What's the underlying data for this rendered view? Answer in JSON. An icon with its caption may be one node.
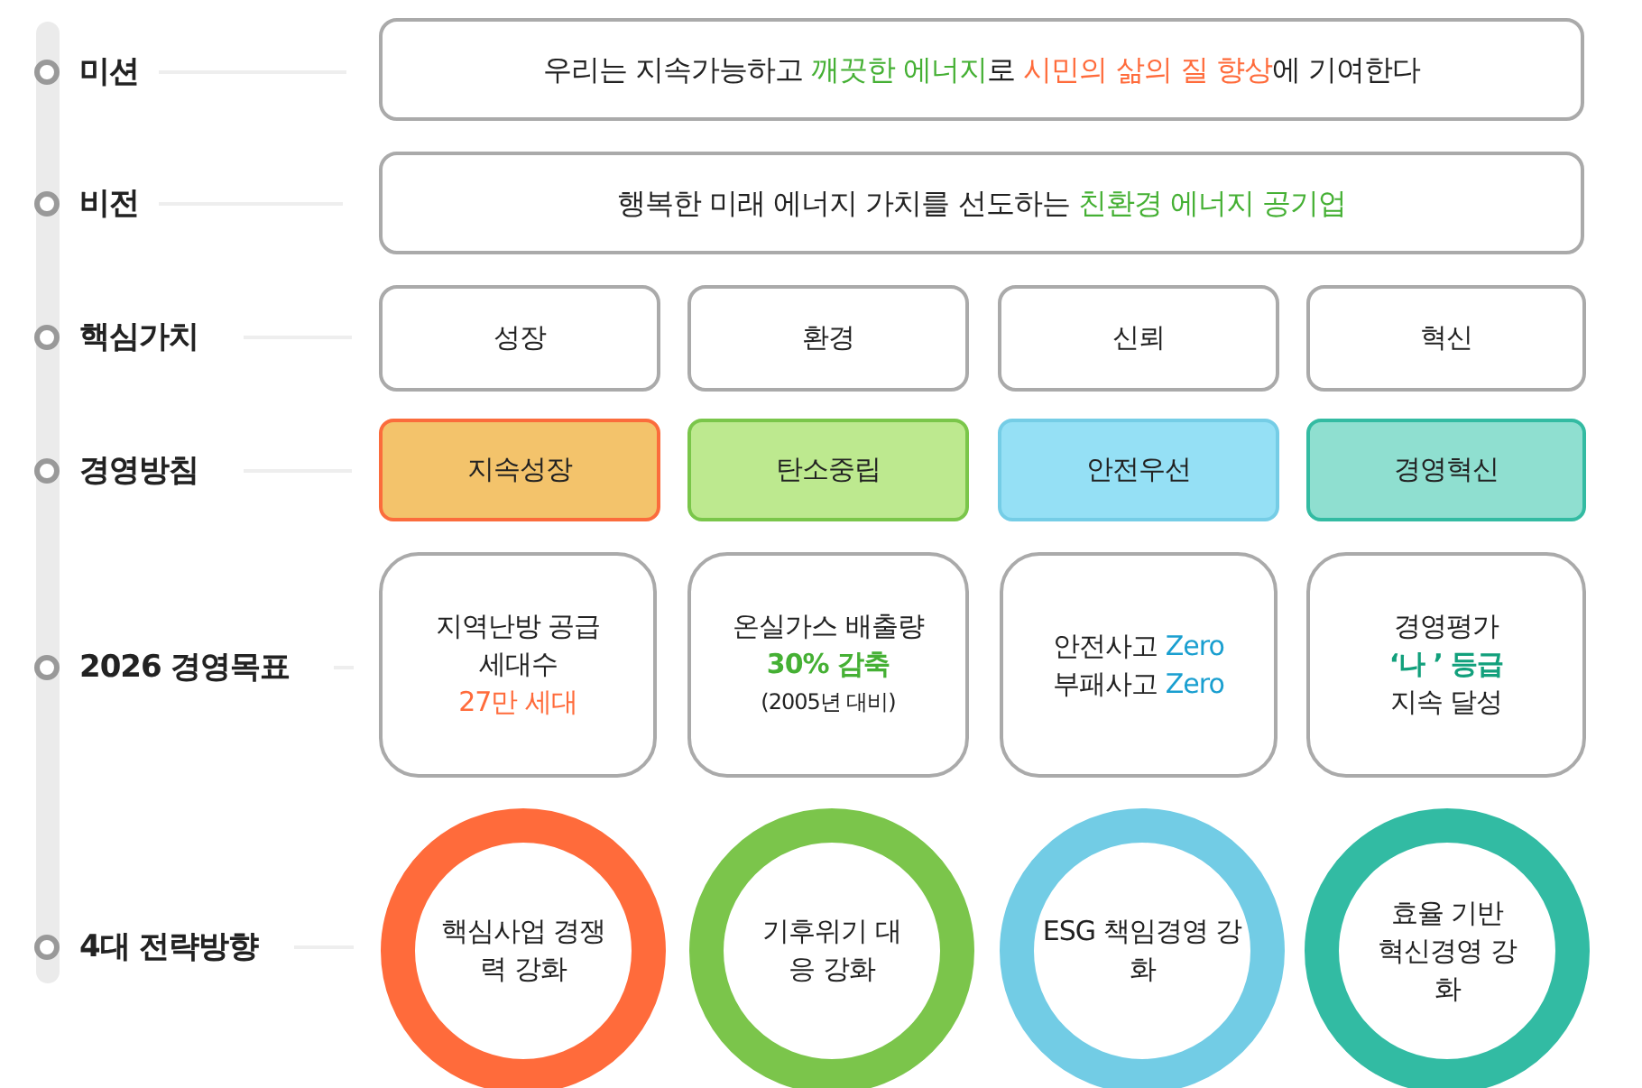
{
  "diagram": {
    "nodes": [
      {
        "text": [
          "우리는 지속가능하고 깨끗한 에너지로 시민의 삶의 질 향상에 기여한다"
        ]
      },
      {
        "text": [
          "행복한 미래 에너지 가치를 선도하는 친환경 에너지 공기업"
        ]
      },
      {
        "text": [
          "성장"
        ]
      },
      {
        "text": [
          "환경"
        ]
      },
      {
        "text": [
          "신뢰"
        ]
      },
      {
        "text": [
          "혁신"
        ]
      },
      {
        "text": [
          "지속성장"
        ]
      },
      {
        "text": [
          "탄소중립"
        ]
      },
      {
        "text": [
          "안전우선"
        ]
      },
      {
        "text": [
          "경영혁신"
        ]
      },
      {
        "text": [
          "지역난방 공급세대수",
          "27만 세대"
        ]
      },
      {
        "text": [
          "온실가스 배출량",
          "30% 감축",
          "(2005년 대비)"
        ]
      },
      {
        "text": [
          "안전사고 Zero",
          "부패사고 Zero"
        ]
      },
      {
        "text": [
          "경영평가",
          "‘나 ’ 등급",
          "지속 달성"
        ]
      },
      {
        "text": [
          "핵심사업 경쟁력 강화"
        ]
      },
      {
        "text": [
          "기후위기 대응 강화"
        ]
      },
      {
        "text": [
          "ESG 책임경영 강화"
        ]
      },
      {
        "text": [
          "효율 기반 혁신경영 강화"
        ]
      }
    ],
    "labels": [
      "미션",
      "비전",
      "핵심가치",
      "경영방침",
      "2026 경영목표",
      "4대 전략방향"
    ]
  }
}
